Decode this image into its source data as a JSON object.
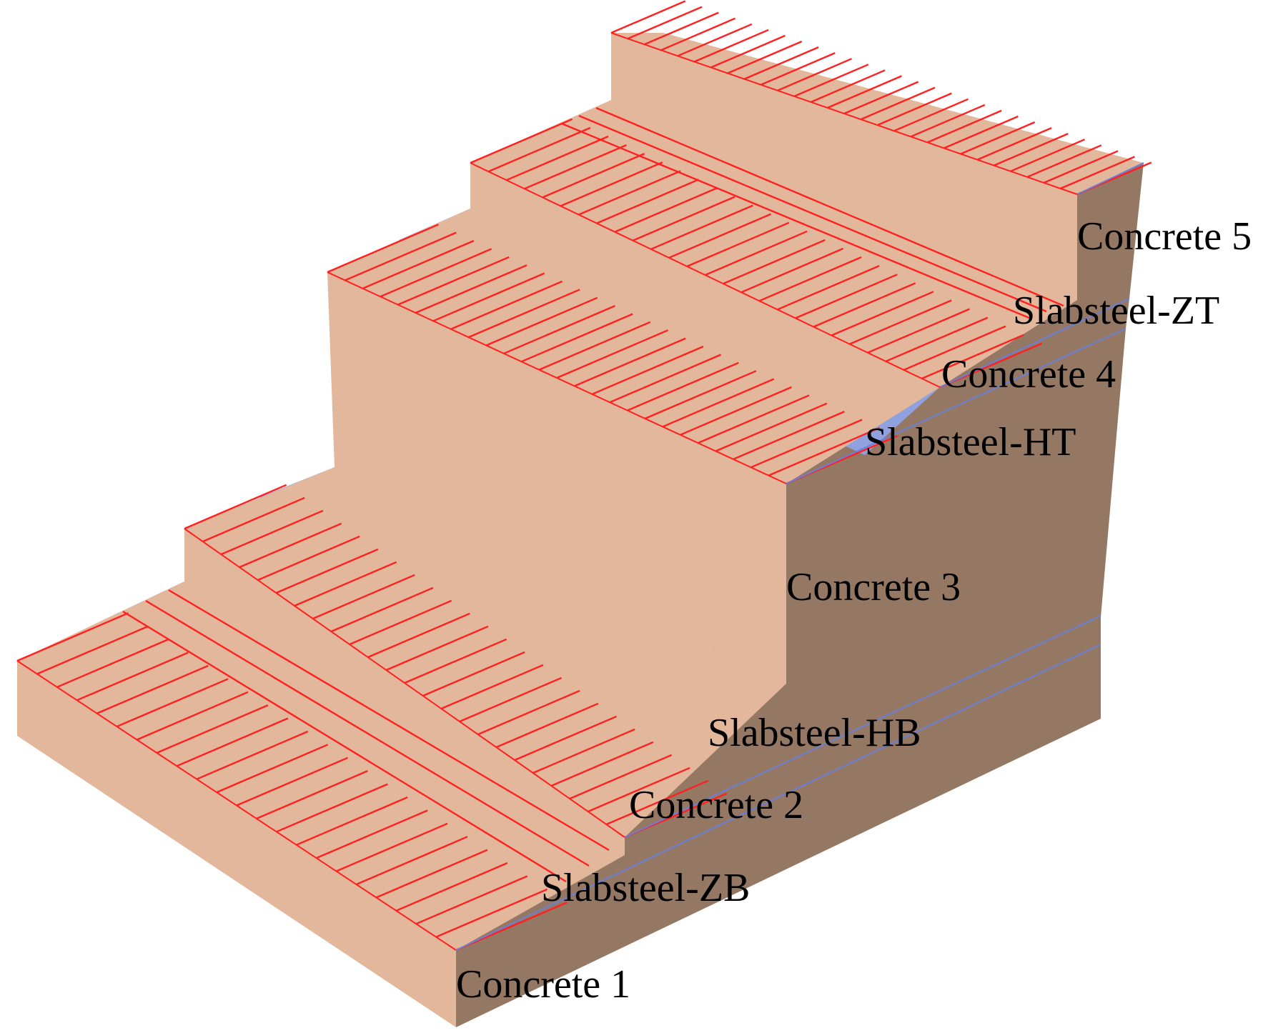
{
  "diagram": {
    "labels": {
      "concrete_1": "Concrete 1",
      "slabsteel_zb": "Slabsteel-ZB",
      "concrete_2": "Concrete 2",
      "slabsteel_hb": "Slabsteel-HB",
      "concrete_3": "Concrete 3",
      "slabsteel_ht": "Slabsteel-HT",
      "concrete_4": "Concrete 4",
      "slabsteel_zt": "Slabsteel-ZT",
      "concrete_5": "Concrete 5"
    },
    "colors": {
      "concrete_top": "#e2b79b",
      "concrete_side": "#957864",
      "slab_steel": "#8ea3e6",
      "rebar": "#ff2020",
      "layer_line": "#6c7fd8",
      "label_text": "#000000"
    }
  }
}
